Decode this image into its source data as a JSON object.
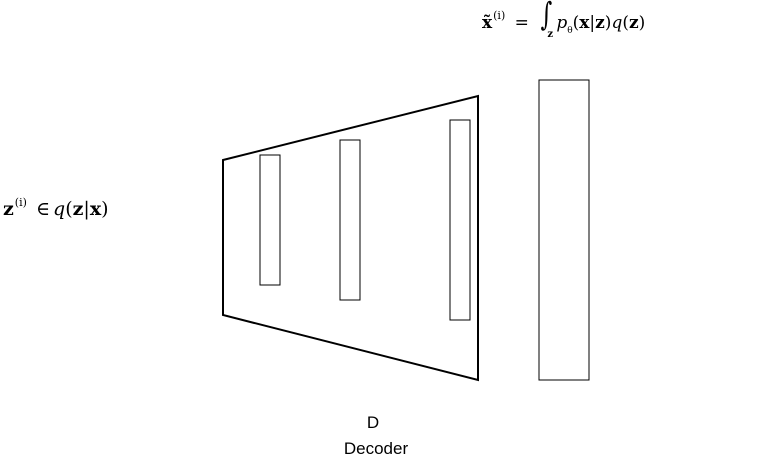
{
  "output_formula": {
    "lhs_symbol": "x̃",
    "lhs_superscript": "(i)",
    "equals": "=",
    "integral_sign": "∫",
    "integral_limit": "z",
    "p": "p",
    "p_subscript": "θ",
    "open_paren": "(",
    "x": "x",
    "bar": "|",
    "z": "z",
    "close_paren": ")",
    "q": "q"
  },
  "input_formula": {
    "symbol": "z",
    "superscript": "(i)",
    "element_of": "∈",
    "q": "q",
    "open_paren": "(",
    "z": "z",
    "bar": "|",
    "x": "x",
    "close_paren": ")"
  },
  "decoder": {
    "short_label": "D",
    "label": "Decoder"
  },
  "colors": {
    "stroke": "#000000",
    "background": "#ffffff"
  }
}
